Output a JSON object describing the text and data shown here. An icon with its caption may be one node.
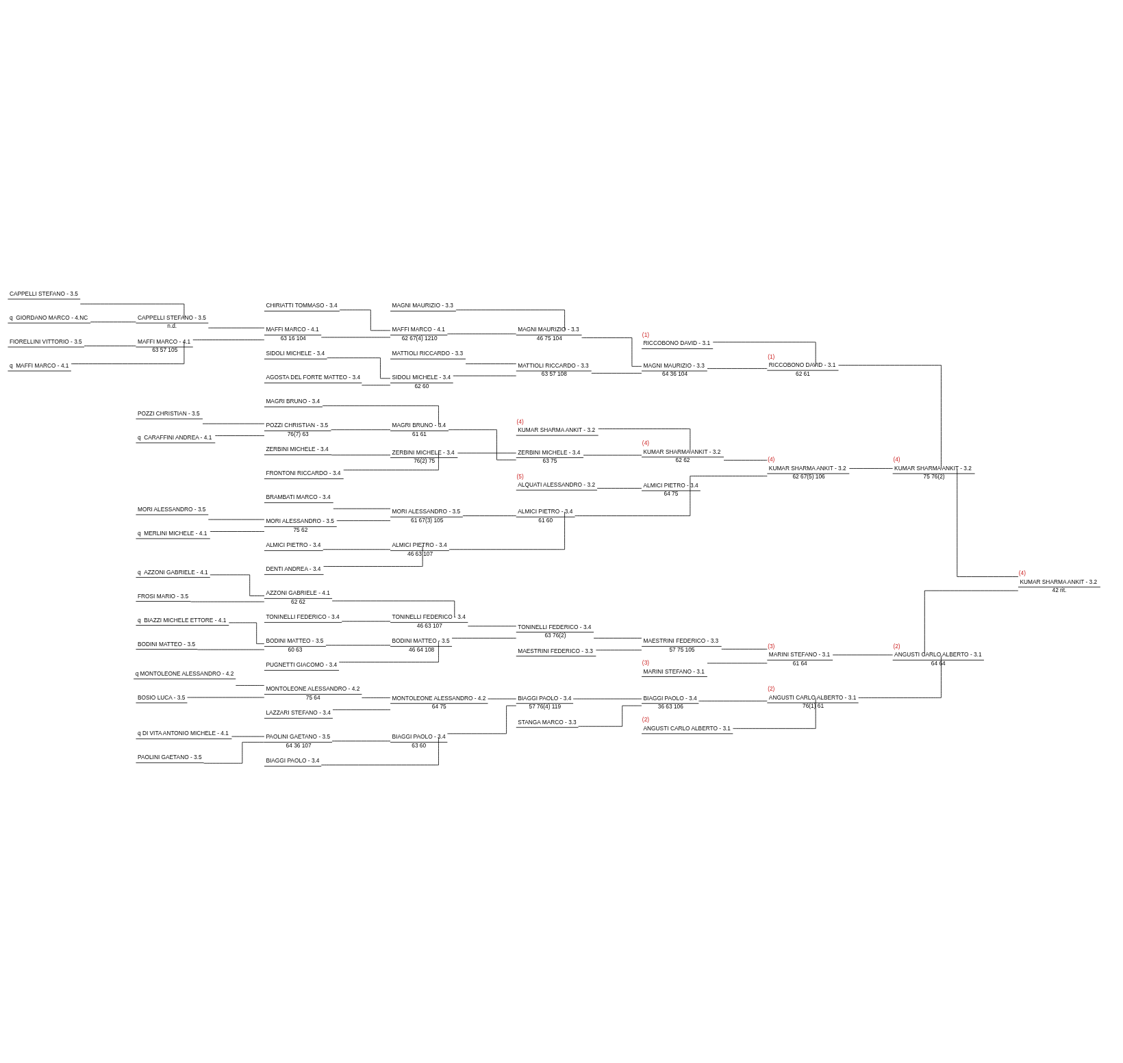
{
  "diagram": {
    "nodes": [
      {
        "text": [
          "CAPPELLI STEFANO - 3.5"
        ]
      },
      {
        "text": [
          "q  GIORDANO MARCO - 4.NC"
        ]
      },
      {
        "text": [
          "FIORELLINI VITTORIO - 3.5"
        ]
      },
      {
        "text": [
          "q  MAFFI MARCO - 4.1"
        ]
      },
      {
        "text": [
          "CAPPELLI STEFANO - 3.5",
          "n.d."
        ]
      },
      {
        "text": [
          "MAFFI MARCO - 4.1",
          "63 57 105"
        ]
      },
      {
        "text": [
          "POZZI CHRISTIAN - 3.5"
        ]
      },
      {
        "text": [
          "q  CARAFFINI ANDREA - 4.1"
        ]
      },
      {
        "text": [
          "MORI ALESSANDRO - 3.5"
        ]
      },
      {
        "text": [
          "q  MERLINI MICHELE - 4.1"
        ]
      },
      {
        "text": [
          "q  AZZONI GABRIELE - 4.1"
        ]
      },
      {
        "text": [
          "FROSI MARIO - 3.5"
        ]
      },
      {
        "text": [
          "q  BIAZZI MICHELE ETTORE - 4.1"
        ]
      },
      {
        "text": [
          "BODINI MATTEO - 3.5"
        ]
      },
      {
        "text": [
          "q MONTOLEONE ALESSANDRO - 4.2"
        ]
      },
      {
        "text": [
          "BOSIO LUCA - 3.5"
        ]
      },
      {
        "text": [
          "q DI VITA ANTONIO MICHELE - 4.1"
        ]
      },
      {
        "text": [
          "PAOLINI GAETANO - 3.5"
        ]
      },
      {
        "text": [
          "CHIRIATTI TOMMASO - 3.4"
        ]
      },
      {
        "text": [
          "MAFFI MARCO - 4.1",
          "63 16 104"
        ]
      },
      {
        "text": [
          "SIDOLI MICHELE - 3.4"
        ]
      },
      {
        "text": [
          "AGOSTA DEL FORTE MATTEO - 3.4"
        ]
      },
      {
        "text": [
          "MAGRI BRUNO - 3.4"
        ]
      },
      {
        "text": [
          "POZZI CHRISTIAN - 3.5",
          "76(7) 63"
        ]
      },
      {
        "text": [
          "ZERBINI MICHELE - 3.4"
        ]
      },
      {
        "text": [
          "FRONTONI RICCARDO - 3.4"
        ]
      },
      {
        "text": [
          "BRAMBATI MARCO - 3.4"
        ]
      },
      {
        "text": [
          "MORI ALESSANDRO - 3.5",
          "75 62"
        ]
      },
      {
        "text": [
          "ALMICI PIETRO - 3.4"
        ]
      },
      {
        "text": [
          "DENTI ANDREA - 3.4"
        ]
      },
      {
        "text": [
          "AZZONI GABRIELE - 4.1",
          "62 62"
        ]
      },
      {
        "text": [
          "TONINELLI FEDERICO - 3.4"
        ]
      },
      {
        "text": [
          "BODINI MATTEO - 3.5",
          "60 63"
        ]
      },
      {
        "text": [
          "PUGNETTI GIACOMO - 3.4"
        ]
      },
      {
        "text": [
          "MONTOLEONE ALESSANDRO - 4.2",
          "75 64"
        ]
      },
      {
        "text": [
          "LAZZARI STEFANO - 3.4"
        ]
      },
      {
        "text": [
          "PAOLINI GAETANO - 3.5",
          "64 36 107"
        ]
      },
      {
        "text": [
          "BIAGGI PAOLO - 3.4"
        ]
      },
      {
        "text": [
          "MAGNI MAURIZIO - 3.3"
        ]
      },
      {
        "text": [
          "MAFFI MARCO - 4.1",
          "62 67(4) 1210"
        ]
      },
      {
        "text": [
          "MATTIOLI RICCARDO - 3.3"
        ]
      },
      {
        "text": [
          "SIDOLI MICHELE - 3.4",
          "62 60"
        ]
      },
      {
        "text": [
          "MAGRI BRUNO - 3.4",
          "61 61"
        ]
      },
      {
        "text": [
          "ZERBINI MICHELE - 3.4",
          "76(2) 75"
        ]
      },
      {
        "text": [
          "MORI ALESSANDRO - 3.5",
          "61 67(3) 105"
        ]
      },
      {
        "text": [
          "ALMICI PIETRO - 3.4",
          "46 63 107"
        ]
      },
      {
        "text": [
          "TONINELLI FEDERICO - 3.4",
          "46 63 107"
        ]
      },
      {
        "text": [
          "BODINI MATTEO - 3.5",
          "46 64 108"
        ]
      },
      {
        "text": [
          "MONTOLEONE ALESSANDRO - 4.2",
          "64 75"
        ]
      },
      {
        "text": [
          "BIAGGI PAOLO - 3.4",
          "63 60"
        ]
      },
      {
        "text": [
          "MAGNI MAURIZIO - 3.3",
          "46 75 104"
        ]
      },
      {
        "text": [
          "MATTIOLI RICCARDO - 3.3",
          "63 57 108"
        ]
      },
      {
        "text": [
          "(4)",
          "KUMAR SHARMA ANKIT - 3.2"
        ]
      },
      {
        "text": [
          "ZERBINI MICHELE - 3.4",
          "63 75"
        ]
      },
      {
        "text": [
          "(5)",
          "ALQUATI ALESSANDRO - 3.2"
        ]
      },
      {
        "text": [
          "ALMICI PIETRO - 3.4",
          "61 60"
        ]
      },
      {
        "text": [
          "TONINELLI FEDERICO - 3.4",
          "63 76(2)"
        ]
      },
      {
        "text": [
          "MAESTRINI FEDERICO - 3.3"
        ]
      },
      {
        "text": [
          "BIAGGI PAOLO - 3.4",
          "57 76(4) 119"
        ]
      },
      {
        "text": [
          "STANGA MARCO - 3.3"
        ]
      },
      {
        "text": [
          "(1)",
          "RICCOBONO DAVID - 3.1"
        ]
      },
      {
        "text": [
          "MAGNI MAURIZIO - 3.3",
          "64 36 104"
        ]
      },
      {
        "text": [
          "(4)",
          "KUMAR SHARMA ANKIT - 3.2",
          "62 62"
        ]
      },
      {
        "text": [
          "ALMICI PIETRO - 3.4",
          "64 75"
        ]
      },
      {
        "text": [
          "MAESTRINI FEDERICO - 3.3",
          "57 75 105"
        ]
      },
      {
        "text": [
          "(3)",
          "MARINI STEFANO - 3.1"
        ]
      },
      {
        "text": [
          "BIAGGI PAOLO - 3.4",
          "36 63 106"
        ]
      },
      {
        "text": [
          "(2)",
          "ANGUSTI CARLO ALBERTO - 3.1"
        ]
      },
      {
        "text": [
          "(1)",
          "RICCOBONO DAVID - 3.1",
          "62 61"
        ]
      },
      {
        "text": [
          "(4)",
          "KUMAR SHARMA ANKIT - 3.2",
          "62 67(5) 106"
        ]
      },
      {
        "text": [
          "(3)",
          "MARINI STEFANO - 3.1",
          "61 64"
        ]
      },
      {
        "text": [
          "(2)",
          "ANGUSTI CARLO ALBERTO - 3.1",
          "76(1) 61"
        ]
      },
      {
        "text": [
          "(4)",
          "KUMAR SHARMA ANKIT - 3.2",
          "75 76(2)"
        ]
      },
      {
        "text": [
          "(2)",
          "ANGUSTI CARLO ALBERTO - 3.1",
          "64 64"
        ]
      },
      {
        "text": [
          "(4)",
          "KUMAR SHARMA ANKIT - 3.2",
          "42 rit."
        ]
      }
    ],
    "edges": [
      {
        "from": 0,
        "to": 4,
        "arrow": "none"
      },
      {
        "from": 1,
        "to": 4,
        "arrow": "none"
      },
      {
        "from": 2,
        "to": 5,
        "arrow": "none"
      },
      {
        "from": 3,
        "to": 5,
        "arrow": "none"
      },
      {
        "from": 4,
        "to": 19,
        "arrow": "none"
      },
      {
        "from": 5,
        "to": 19,
        "arrow": "none"
      },
      {
        "from": 6,
        "to": 23,
        "arrow": "none"
      },
      {
        "from": 7,
        "to": 23,
        "arrow": "none"
      },
      {
        "from": 8,
        "to": 27,
        "arrow": "none"
      },
      {
        "from": 9,
        "to": 27,
        "arrow": "none"
      },
      {
        "from": 10,
        "to": 30,
        "arrow": "none"
      },
      {
        "from": 11,
        "to": 30,
        "arrow": "none"
      },
      {
        "from": 12,
        "to": 32,
        "arrow": "none"
      },
      {
        "from": 13,
        "to": 32,
        "arrow": "none"
      },
      {
        "from": 14,
        "to": 34,
        "arrow": "none"
      },
      {
        "from": 15,
        "to": 34,
        "arrow": "none"
      },
      {
        "from": 16,
        "to": 36,
        "arrow": "none"
      },
      {
        "from": 17,
        "to": 36,
        "arrow": "none"
      },
      {
        "from": 18,
        "to": 39,
        "arrow": "none"
      },
      {
        "from": 19,
        "to": 39,
        "arrow": "none"
      },
      {
        "from": 20,
        "to": 41,
        "arrow": "none"
      },
      {
        "from": 21,
        "to": 41,
        "arrow": "none"
      },
      {
        "from": 22,
        "to": 42,
        "arrow": "none"
      },
      {
        "from": 23,
        "to": 42,
        "arrow": "none"
      },
      {
        "from": 24,
        "to": 43,
        "arrow": "none"
      },
      {
        "from": 25,
        "to": 43,
        "arrow": "none"
      },
      {
        "from": 26,
        "to": 44,
        "arrow": "none"
      },
      {
        "from": 27,
        "to": 44,
        "arrow": "none"
      },
      {
        "from": 28,
        "to": 45,
        "arrow": "none"
      },
      {
        "from": 29,
        "to": 45,
        "arrow": "none"
      },
      {
        "from": 30,
        "to": 46,
        "arrow": "none"
      },
      {
        "from": 31,
        "to": 46,
        "arrow": "none"
      },
      {
        "from": 32,
        "to": 47,
        "arrow": "none"
      },
      {
        "from": 33,
        "to": 47,
        "arrow": "none"
      },
      {
        "from": 34,
        "to": 48,
        "arrow": "none"
      },
      {
        "from": 35,
        "to": 48,
        "arrow": "none"
      },
      {
        "from": 36,
        "to": 49,
        "arrow": "none"
      },
      {
        "from": 37,
        "to": 49,
        "arrow": "none"
      },
      {
        "from": 38,
        "to": 50,
        "arrow": "none"
      },
      {
        "from": 39,
        "to": 50,
        "arrow": "none"
      },
      {
        "from": 40,
        "to": 51,
        "arrow": "none"
      },
      {
        "from": 41,
        "to": 51,
        "arrow": "none"
      },
      {
        "from": 42,
        "to": 53,
        "arrow": "none"
      },
      {
        "from": 43,
        "to": 53,
        "arrow": "none"
      },
      {
        "from": 44,
        "to": 55,
        "arrow": "none"
      },
      {
        "from": 45,
        "to": 55,
        "arrow": "none"
      },
      {
        "from": 46,
        "to": 56,
        "arrow": "none"
      },
      {
        "from": 47,
        "to": 56,
        "arrow": "none"
      },
      {
        "from": 48,
        "to": 58,
        "arrow": "none"
      },
      {
        "from": 49,
        "to": 58,
        "arrow": "none"
      },
      {
        "from": 50,
        "to": 61,
        "arrow": "none"
      },
      {
        "from": 51,
        "to": 61,
        "arrow": "none"
      },
      {
        "from": 52,
        "to": 62,
        "arrow": "none"
      },
      {
        "from": 53,
        "to": 62,
        "arrow": "none"
      },
      {
        "from": 54,
        "to": 63,
        "arrow": "none"
      },
      {
        "from": 55,
        "to": 63,
        "arrow": "none"
      },
      {
        "from": 56,
        "to": 64,
        "arrow": "none"
      },
      {
        "from": 57,
        "to": 64,
        "arrow": "none"
      },
      {
        "from": 58,
        "to": 66,
        "arrow": "none"
      },
      {
        "from": 59,
        "to": 66,
        "arrow": "none"
      },
      {
        "from": 60,
        "to": 68,
        "arrow": "none"
      },
      {
        "from": 61,
        "to": 68,
        "arrow": "none"
      },
      {
        "from": 62,
        "to": 69,
        "arrow": "none"
      },
      {
        "from": 63,
        "to": 69,
        "arrow": "none"
      },
      {
        "from": 64,
        "to": 70,
        "arrow": "none"
      },
      {
        "from": 65,
        "to": 70,
        "arrow": "none"
      },
      {
        "from": 66,
        "to": 71,
        "arrow": "none"
      },
      {
        "from": 67,
        "to": 71,
        "arrow": "none"
      },
      {
        "from": 68,
        "to": 72,
        "arrow": "none"
      },
      {
        "from": 69,
        "to": 72,
        "arrow": "none"
      },
      {
        "from": 70,
        "to": 73,
        "arrow": "none"
      },
      {
        "from": 71,
        "to": 73,
        "arrow": "none"
      },
      {
        "from": 72,
        "to": 74,
        "arrow": "none"
      },
      {
        "from": 73,
        "to": 74,
        "arrow": "none"
      }
    ]
  }
}
